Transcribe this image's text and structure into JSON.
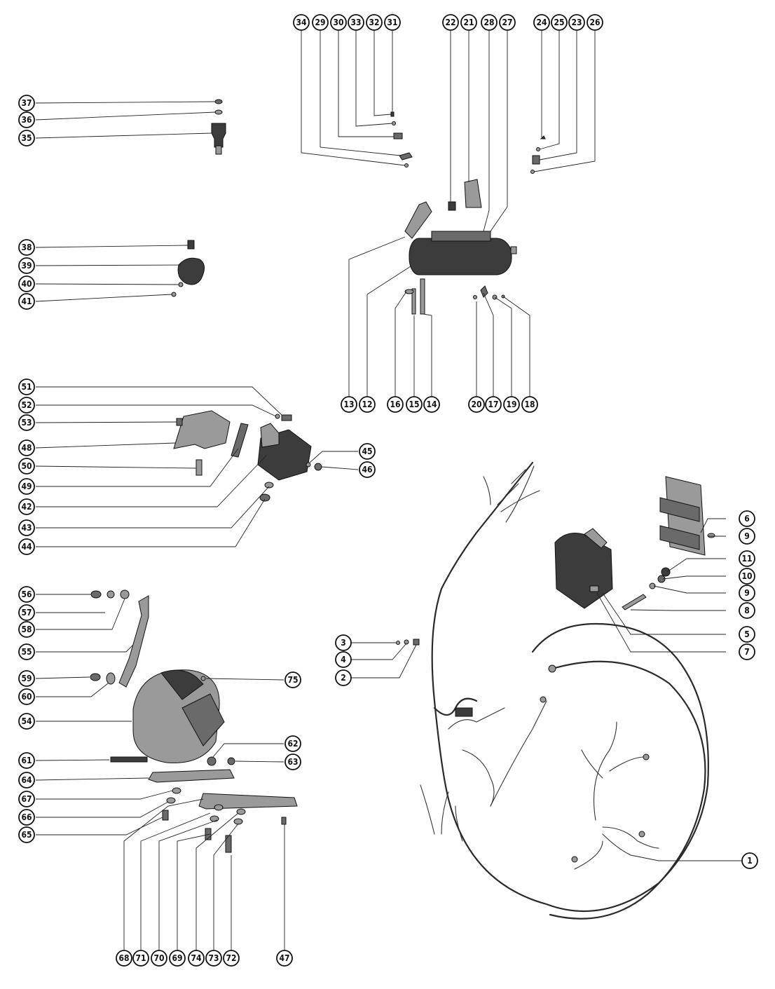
{
  "callouts": [
    "1",
    "2",
    "3",
    "4",
    "5",
    "6",
    "7",
    "8",
    "9",
    "10",
    "11",
    "12",
    "13",
    "14",
    "15",
    "16",
    "17",
    "18",
    "19",
    "20",
    "21",
    "22",
    "23",
    "24",
    "25",
    "26",
    "27",
    "28",
    "29",
    "30",
    "31",
    "32",
    "33",
    "34",
    "35",
    "36",
    "37",
    "38",
    "39",
    "40",
    "41",
    "42",
    "43",
    "44",
    "45",
    "46",
    "47",
    "48",
    "49",
    "50",
    "51",
    "52",
    "53",
    "54",
    "55",
    "56",
    "57",
    "58",
    "59",
    "60",
    "61",
    "62",
    "63",
    "64",
    "65",
    "66",
    "67",
    "68",
    "69",
    "70",
    "71",
    "72",
    "73",
    "74",
    "75"
  ],
  "callouts_extra": [
    "9"
  ],
  "icons": {
    "starter_motor": "starter-motor-icon",
    "starter_solenoid": "solenoid-icon",
    "alternator": "alternator-icon",
    "rectifier": "rectifier-icon",
    "voltage_regulator": "voltage-regulator-icon",
    "wiring_harness": "wiring-harness-icon"
  }
}
